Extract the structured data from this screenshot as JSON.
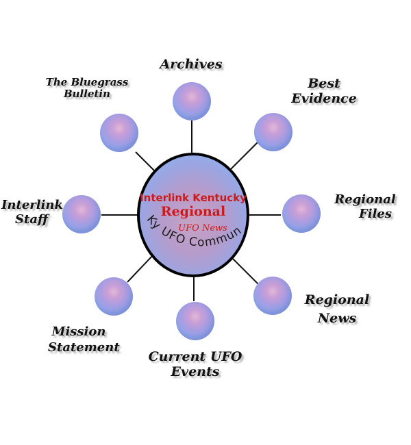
{
  "hub": {
    "line1": "Interlink Kentucky",
    "line2": "Regional",
    "line3": "UFO News",
    "arc_text": "Ky UFO Community"
  },
  "nav": {
    "archives": [
      "Archives"
    ],
    "best_evidence": [
      "Best",
      "Evidence"
    ],
    "regional_files": [
      "Regional",
      "Files"
    ],
    "regional_news": [
      "Regional",
      "News"
    ],
    "current_ufo_events": [
      "Current UFO",
      "Events"
    ],
    "mission_statement": [
      "Mission",
      "Statement"
    ],
    "interlink_staff": [
      "Interlink",
      "Staff"
    ],
    "bluegrass_bulletin": [
      "The Bluegrass",
      "Bulletin"
    ]
  },
  "colors": {
    "hub_title": "#cc1a1a",
    "hub_arc_text": "#1a1a1a",
    "connector": "#111111"
  }
}
